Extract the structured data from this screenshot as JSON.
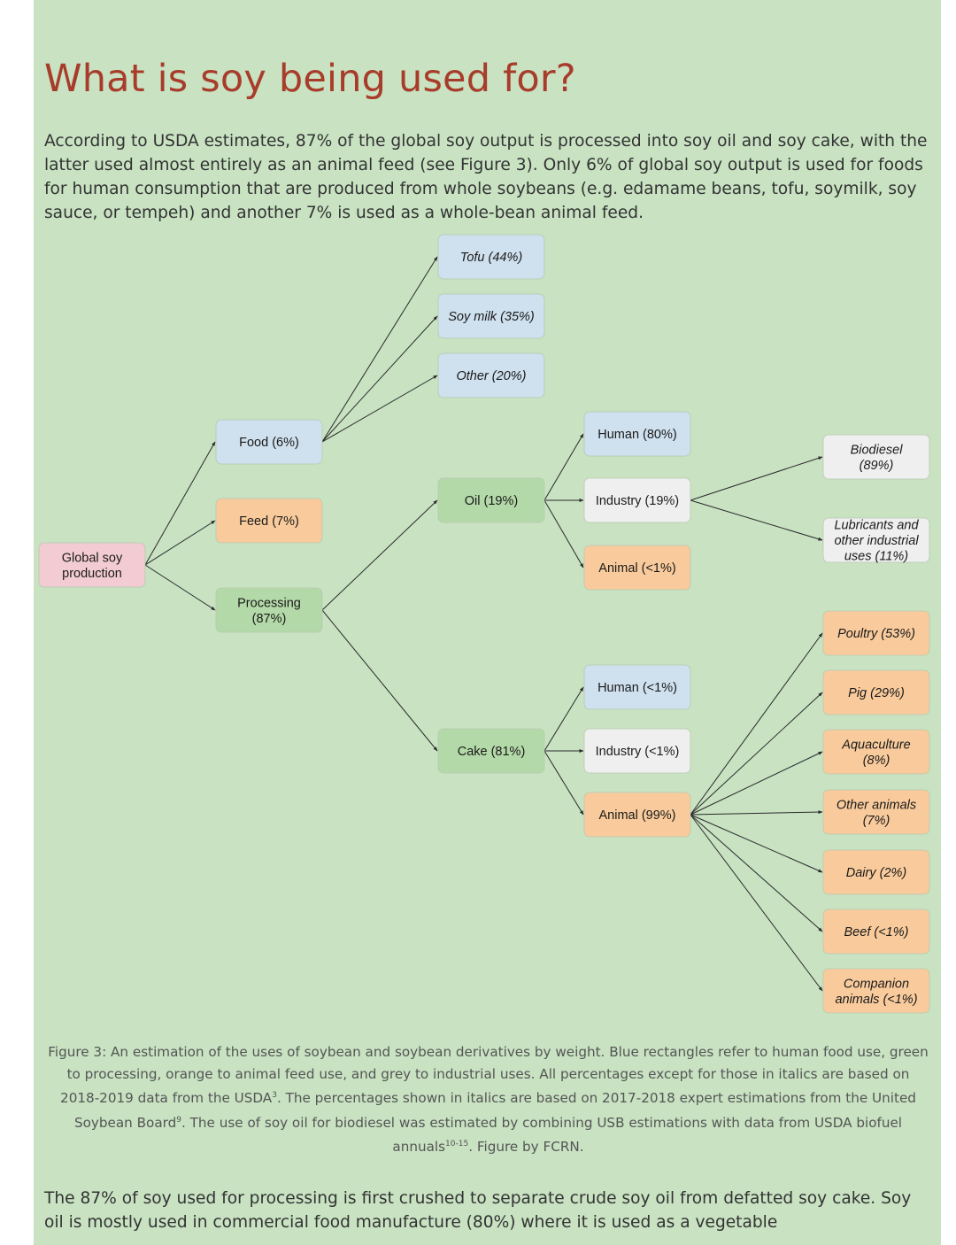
{
  "title": "What is soy being used for?",
  "intro": "According to USDA estimates, 87% of the global soy output is processed into soy oil and soy cake, with the latter used almost entirely as an animal feed (see Figure 3). Only 6% of global soy output is used for foods for human consumption that are produced from whole soybeans (e.g. edamame beans, tofu, soymilk, soy sauce, or tempeh) and another 7% is used as a whole-bean animal feed.",
  "colors": {
    "background": "#c8e2c2",
    "title": "#a83c2a",
    "human_food": "#cfe0ee",
    "processing": "#b4d9a8",
    "animal_feed": "#f9cb9c",
    "industrial": "#efefef",
    "root": "#f2ccd2"
  },
  "diagram": {
    "nodes": [
      {
        "id": "global",
        "lines": [
          "Global soy",
          "production"
        ],
        "category": "root",
        "italic": false
      },
      {
        "id": "food",
        "lines": [
          "Food (6%)"
        ],
        "category": "human_food",
        "italic": false
      },
      {
        "id": "feed",
        "lines": [
          "Feed (7%)"
        ],
        "category": "animal_feed",
        "italic": false
      },
      {
        "id": "processing",
        "lines": [
          "Processing",
          "(87%)"
        ],
        "category": "processing",
        "italic": false
      },
      {
        "id": "tofu",
        "lines": [
          "Tofu (44%)"
        ],
        "category": "human_food",
        "italic": true
      },
      {
        "id": "soymilk",
        "lines": [
          "Soy milk (35%)"
        ],
        "category": "human_food",
        "italic": true
      },
      {
        "id": "other_food",
        "lines": [
          "Other (20%)"
        ],
        "category": "human_food",
        "italic": true
      },
      {
        "id": "oil",
        "lines": [
          "Oil (19%)"
        ],
        "category": "processing",
        "italic": false
      },
      {
        "id": "cake",
        "lines": [
          "Cake (81%)"
        ],
        "category": "processing",
        "italic": false
      },
      {
        "id": "oil_human",
        "lines": [
          "Human (80%)"
        ],
        "category": "human_food",
        "italic": false
      },
      {
        "id": "oil_industry",
        "lines": [
          "Industry (19%)"
        ],
        "category": "industrial",
        "italic": false
      },
      {
        "id": "oil_animal",
        "lines": [
          "Animal (<1%)"
        ],
        "category": "animal_feed",
        "italic": false
      },
      {
        "id": "cake_human",
        "lines": [
          "Human (<1%)"
        ],
        "category": "human_food",
        "italic": false
      },
      {
        "id": "cake_industry",
        "lines": [
          "Industry (<1%)"
        ],
        "category": "industrial",
        "italic": false
      },
      {
        "id": "cake_animal",
        "lines": [
          "Animal (99%)"
        ],
        "category": "animal_feed",
        "italic": false
      },
      {
        "id": "biodiesel",
        "lines": [
          "Biodiesel",
          "(89%)"
        ],
        "category": "industrial",
        "italic": true
      },
      {
        "id": "lubricants",
        "lines": [
          "Lubricants and",
          "other industrial",
          "uses (11%)"
        ],
        "category": "industrial",
        "italic": true
      },
      {
        "id": "poultry",
        "lines": [
          "Poultry (53%)"
        ],
        "category": "animal_feed",
        "italic": true
      },
      {
        "id": "pig",
        "lines": [
          "Pig (29%)"
        ],
        "category": "animal_feed",
        "italic": true
      },
      {
        "id": "aquaculture",
        "lines": [
          "Aquaculture",
          "(8%)"
        ],
        "category": "animal_feed",
        "italic": true
      },
      {
        "id": "other_animals",
        "lines": [
          "Other animals",
          "(7%)"
        ],
        "category": "animal_feed",
        "italic": true
      },
      {
        "id": "dairy",
        "lines": [
          "Dairy (2%)"
        ],
        "category": "animal_feed",
        "italic": true
      },
      {
        "id": "beef",
        "lines": [
          "Beef (<1%)"
        ],
        "category": "animal_feed",
        "italic": true
      },
      {
        "id": "companion",
        "lines": [
          "Companion",
          "animals (<1%)"
        ],
        "category": "animal_feed",
        "italic": true
      }
    ],
    "edges": [
      [
        "global",
        "food"
      ],
      [
        "global",
        "feed"
      ],
      [
        "global",
        "processing"
      ],
      [
        "food",
        "tofu"
      ],
      [
        "food",
        "soymilk"
      ],
      [
        "food",
        "other_food"
      ],
      [
        "processing",
        "oil"
      ],
      [
        "processing",
        "cake"
      ],
      [
        "oil",
        "oil_human"
      ],
      [
        "oil",
        "oil_industry"
      ],
      [
        "oil",
        "oil_animal"
      ],
      [
        "cake",
        "cake_human"
      ],
      [
        "cake",
        "cake_industry"
      ],
      [
        "cake",
        "cake_animal"
      ],
      [
        "oil_industry",
        "biodiesel"
      ],
      [
        "oil_industry",
        "lubricants"
      ],
      [
        "cake_animal",
        "poultry"
      ],
      [
        "cake_animal",
        "pig"
      ],
      [
        "cake_animal",
        "aquaculture"
      ],
      [
        "cake_animal",
        "other_animals"
      ],
      [
        "cake_animal",
        "dairy"
      ],
      [
        "cake_animal",
        "beef"
      ],
      [
        "cake_animal",
        "companion"
      ]
    ]
  },
  "caption": {
    "part1": "Figure 3: An estimation of the uses of soybean and soybean derivatives by weight. Blue rectangles refer to human food use, green to processing, orange to animal feed use, and grey to industrial uses. All percentages except for those in italics are based on 2018-2019 data from the USDA",
    "ref1": "3",
    "part2": ". The percentages shown in italics are based on 2017-2018 expert estimations from the United Soybean Board",
    "ref2": "9",
    "part3": ". The use of soy oil for biodiesel was estimated by combining USB estimations with data from USDA biofuel annuals",
    "ref3": "10-15",
    "part4": ". Figure by FCRN."
  },
  "outro": "The 87% of soy used for processing is first crushed to separate crude soy oil from defatted soy cake. Soy oil is mostly used in commercial food manufacture (80%) where it is used as a vegetable"
}
